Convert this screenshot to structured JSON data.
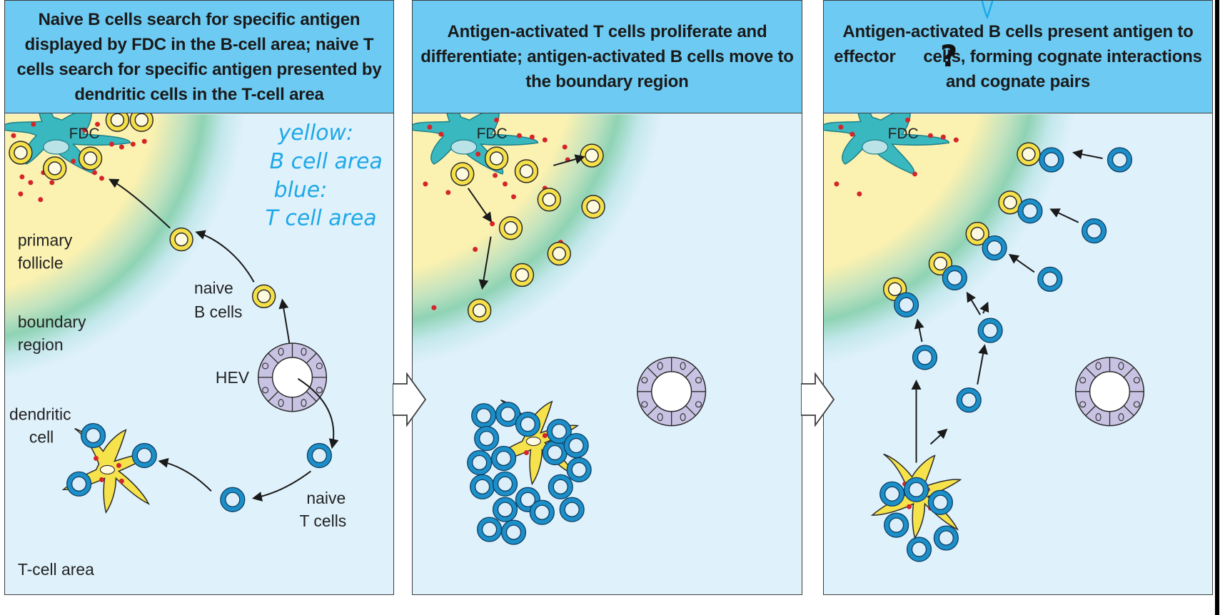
{
  "panels": [
    {
      "title": "Naive B cells search for specific antigen displayed by FDC in the B-cell area; naive T cells search for specific antigen presented by dendritic cells in the T-cell area",
      "labels": {
        "fdc": "FDC",
        "primary_follicle_1": "primary",
        "primary_follicle_2": "follicle",
        "boundary_1": "boundary",
        "boundary_2": "region",
        "naive_b_1": "naive",
        "naive_b_2": "B cells",
        "hev": "HEV",
        "dendritic_1": "dendritic",
        "dendritic_2": "cell",
        "naive_t_1": "naive",
        "naive_t_2": "T cells",
        "t_cell_area": "T-cell area"
      },
      "annotations": {
        "yellow_1": "yellow:",
        "yellow_2": "B cell area",
        "blue_1": "blue:",
        "blue_2": "T cell area"
      }
    },
    {
      "title": "Antigen-activated T cells proliferate and differentiate; antigen-activated B cells move to the boundary region",
      "labels": {
        "fdc": "FDC"
      }
    },
    {
      "title": "Antigen-activated B cells present antigen to effector      cells, forming cognate interactions and cognate pairs",
      "labels": {
        "fdc": "FDC"
      },
      "annotations": {
        "question_mark": "?"
      }
    }
  ],
  "colors": {
    "header": "#6dcbf3",
    "b_cell_area": "#fbf1b0",
    "t_cell_area": "#dff1fb",
    "boundary_band": "#8fd3b4",
    "fdc": "#3ab8c0",
    "b_cell": "#f5e04a",
    "t_cell": "#1c8fc9",
    "dendritic_cell": "#f6e24a",
    "hev": "#c9c3e3",
    "antigen": "#d4262a",
    "handwriting": "#1ea8e8"
  }
}
